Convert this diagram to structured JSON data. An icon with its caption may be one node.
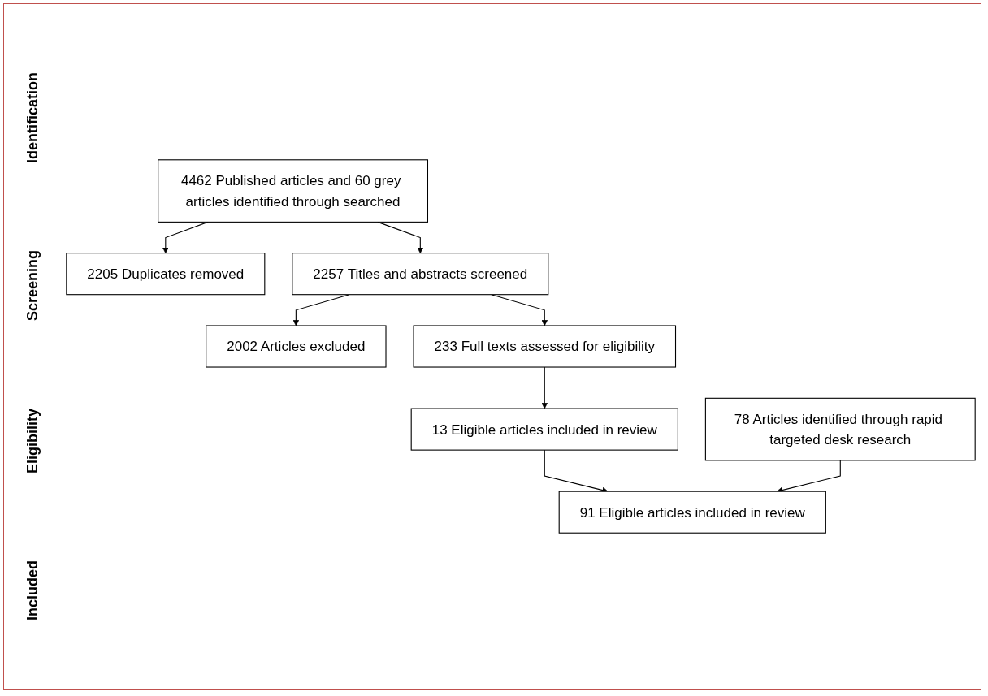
{
  "diagram": {
    "nodes": [
      {
        "text": [
          "4462 Published articles and 60 grey articles identified through searched"
        ]
      },
      {
        "text": [
          "2205 Duplicates removed"
        ]
      },
      {
        "text": [
          "2257 Titles and abstracts screened"
        ]
      },
      {
        "text": [
          "2002 Articles excluded"
        ]
      },
      {
        "text": [
          "233 Full texts assessed for eligibility"
        ]
      },
      {
        "text": [
          "13 Eligible articles included in review"
        ]
      },
      {
        "text": [
          "78 Articles identified through rapid targeted desk research"
        ]
      },
      {
        "text": [
          "91 Eligible articles included in review"
        ]
      }
    ],
    "edges": [
      {
        "from": 0,
        "to": 1,
        "arrow": "to"
      },
      {
        "from": 0,
        "to": 2,
        "arrow": "to"
      },
      {
        "from": 2,
        "to": 3,
        "arrow": "to"
      },
      {
        "from": 2,
        "to": 4,
        "arrow": "to"
      },
      {
        "from": 4,
        "to": 5,
        "arrow": "to"
      },
      {
        "from": 5,
        "to": 7,
        "arrow": "to"
      },
      {
        "from": 6,
        "to": 7,
        "arrow": "to"
      }
    ],
    "labels": [
      "Identification",
      "Screening",
      "Eligibility",
      "Included"
    ]
  }
}
